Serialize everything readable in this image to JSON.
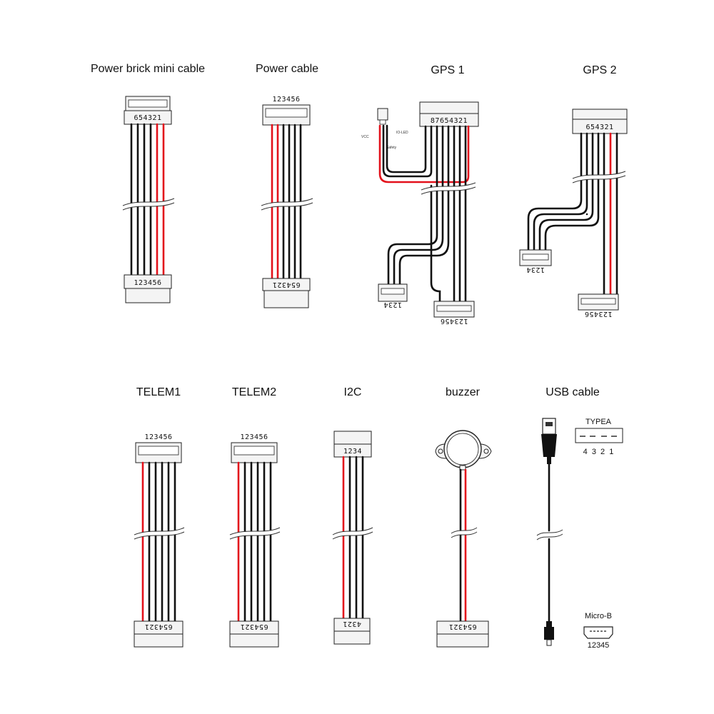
{
  "cables": {
    "power_brick_mini": {
      "title": "Power brick mini cable",
      "top_pins": "654321",
      "bottom_pins": "123456"
    },
    "power_cable": {
      "title": "Power cable",
      "top_pins": "123456",
      "bottom_pins": "654321"
    },
    "gps1": {
      "title": "GPS 1",
      "top_pins": "87654321",
      "left_bottom_pins": "1234",
      "right_bottom_pins": "123456",
      "switch_labels": {
        "vcc": "VCC",
        "io_led": "IO-LED",
        "safety": "Safety"
      }
    },
    "gps2": {
      "title": "GPS 2",
      "top_pins": "654321",
      "left_bottom_pins": "1234",
      "right_bottom_pins": "123456"
    },
    "telem1": {
      "title": "TELEM1",
      "top_pins": "123456",
      "bottom_pins": "654321"
    },
    "telem2": {
      "title": "TELEM2",
      "top_pins": "123456",
      "bottom_pins": "654321"
    },
    "i2c": {
      "title": "I2C",
      "top_pins": "1234",
      "bottom_pins": "4321"
    },
    "buzzer": {
      "title": "buzzer",
      "bottom_pins": "654321"
    },
    "usb": {
      "title": "USB cable",
      "type_a_label": "TYPEA",
      "type_a_pins": "4  3  2  1",
      "micro_b_label": "Micro-B",
      "micro_b_pins": "12345"
    }
  },
  "colors": {
    "wire_black": "#111111",
    "wire_red": "#e3111b",
    "background": "#ffffff"
  }
}
